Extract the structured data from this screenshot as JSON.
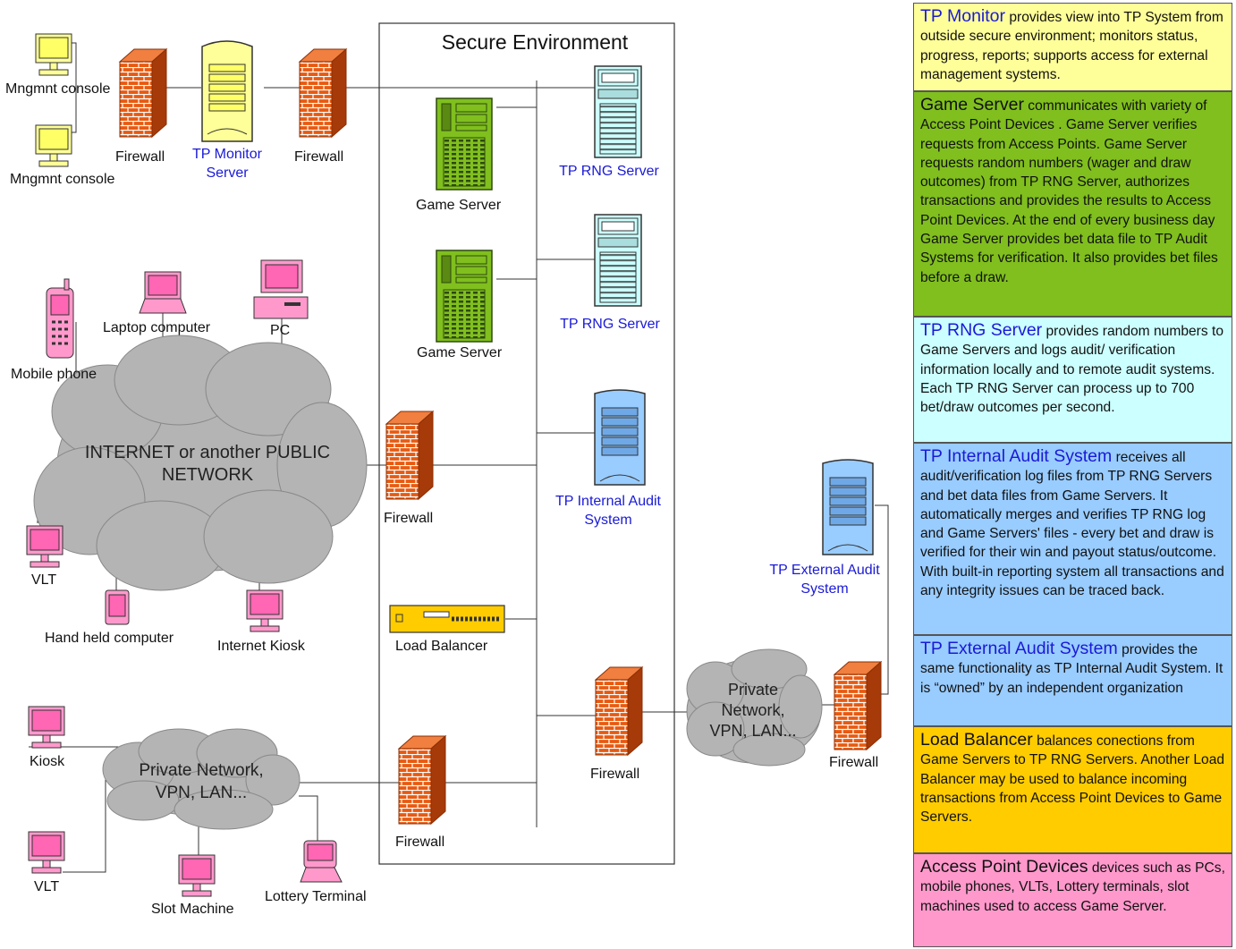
{
  "secure_environment": {
    "title": "Secure Environment"
  },
  "labels": {
    "mgmt_console_1": "Mngmnt console",
    "mgmt_console_2": "Mngmnt console",
    "firewall_top_left": "Firewall",
    "tp_monitor": [
      "TP Monitor",
      "Server"
    ],
    "firewall_top_mid": "Firewall",
    "game_server_1": "Game Server",
    "game_server_2": "Game Server",
    "tp_rng_1": "TP RNG Server",
    "tp_rng_2": "TP RNG Server",
    "mobile_phone": "Mobile phone",
    "laptop": "Laptop computer",
    "pc": "PC",
    "firewall_mid": "Firewall",
    "tp_internal_audit": [
      "TP Internal Audit",
      "System"
    ],
    "tp_external_audit": [
      "TP External Audit",
      "System"
    ],
    "vlt_1": "VLT",
    "handheld": "Hand held computer",
    "internet_kiosk": "Internet Kiosk",
    "load_balancer": "Load Balancer",
    "kiosk": "Kiosk",
    "vlt_2": "VLT",
    "slot_machine": "Slot Machine",
    "lottery_terminal": "Lottery Terminal",
    "firewall_bottom": "Firewall",
    "firewall_right_inner": "Firewall",
    "firewall_right_outer": "Firewall"
  },
  "clouds": {
    "internet": [
      "INTERNET or another PUBLIC",
      "NETWORK"
    ],
    "private_left": [
      "Private Network,",
      "VPN, LAN..."
    ],
    "private_right": [
      "Private",
      "Network,",
      "VPN, LAN..."
    ]
  },
  "legend": [
    {
      "heading": "TP Monitor",
      "heading_blue": true,
      "color": "#ffff99",
      "text": " provides view into TP System from outside secure environment; monitors status, progress, reports; supports access for external management systems."
    },
    {
      "heading": "Game Server",
      "heading_blue": false,
      "color": "#80bf1e",
      "text": " communicates with variety of Access Point Devices . Game Server verifies requests  from Access Points. Game Server requests random numbers (wager and draw outcomes) from TP RNG Server, authorizes transactions and provides the results to Access Point Devices. At the end of every business day Game Server provides bet data file to TP Audit Systems for verification. It also provides bet files before a draw."
    },
    {
      "heading": "TP RNG Server",
      "heading_blue": true,
      "color": "#ccffff",
      "text": " provides random numbers to Game Servers and logs audit/ verification information locally and to remote audit systems. Each TP RNG Server can process up to 700 bet/draw outcomes per second."
    },
    {
      "heading": "TP Internal Audit System",
      "heading_blue": true,
      "color": "#99ccff",
      "text": " receives all audit/verification log files from TP RNG Servers and bet data files from Game Servers. It automatically merges and verifies TP RNG log and Game Servers' files - every bet and draw is verified for their win and payout status/outcome. With built-in reporting system all transactions and any integrity issues can be traced back."
    },
    {
      "heading": " TP External Audit System",
      "heading_blue": true,
      "color": "#99ccff",
      "text": " provides the same functionality as TP Internal Audit System. It is “owned” by an independent organization"
    },
    {
      "heading": "Load Balancer",
      "heading_blue": false,
      "color": "#ffcc00",
      "text": " balances conections from Game Servers to TP RNG Servers. Another Load Balancer may be used to balance incoming transactions from Access Point Devices to Game Servers."
    },
    {
      "heading": "Access Point Devices",
      "heading_blue": false,
      "color": "#ff99cc",
      "text": " devices such as PCs, mobile phones, VLTs, Lottery terminals, slot machines used to access Game Server."
    }
  ],
  "colors": {
    "firewall": "#e85a10",
    "game_server": "#80bf1e",
    "tp_monitor": "#ffff99",
    "rng_server": "#ccffff",
    "audit_server": "#99ccff",
    "load_balancer": "#ffcc00",
    "access_device": "#ff99cc",
    "cloud": "#b4b4b4",
    "label_blue": "#1a1ad6"
  }
}
